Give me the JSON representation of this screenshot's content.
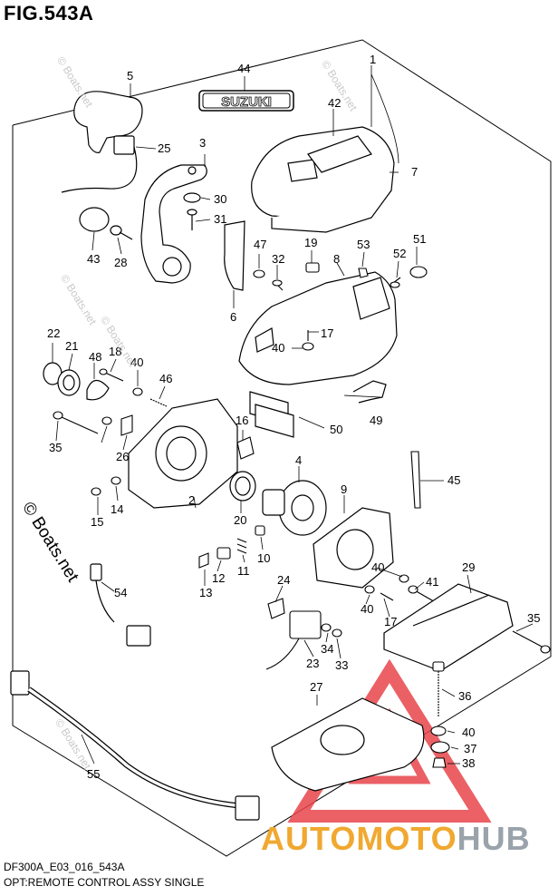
{
  "figure": {
    "title": "FIG.543A",
    "code": "DF300A_E03_016_543A",
    "description": "OPT:REMOTE CONTROL ASSY SINGLE"
  },
  "watermarks": {
    "copyright": "© Boats.net",
    "faint": "© Boats.net"
  },
  "brand": {
    "part1": "AUTOMOTO",
    "part2": "HUB",
    "color_primary": "#f0a830",
    "color_secondary": "#9aa3ab",
    "logo_color": "#e8454b"
  },
  "emblem_text": "SUZUKI",
  "callouts": [
    "1",
    "2",
    "3",
    "4",
    "5",
    "6",
    "7",
    "8",
    "9",
    "10",
    "11",
    "12",
    "13",
    "14",
    "15",
    "16",
    "17",
    "18",
    "19",
    "20",
    "21",
    "22",
    "23",
    "24",
    "25",
    "26",
    "27",
    "28",
    "29",
    "30",
    "31",
    "32",
    "33",
    "34",
    "35",
    "36",
    "37",
    "38",
    "40",
    "41",
    "42",
    "43",
    "44",
    "45",
    "46",
    "47",
    "48",
    "49",
    "50",
    "51",
    "52",
    "53",
    "54",
    "55"
  ],
  "highlight_color": "#e0202a"
}
